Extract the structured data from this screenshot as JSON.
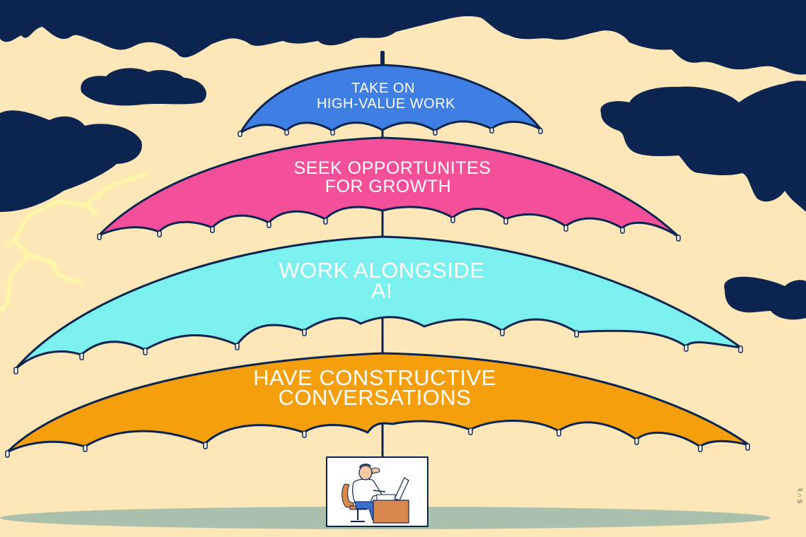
{
  "illustration": {
    "title": "Umbrella stack of career strategies",
    "colors": {
      "sky": "#fde6b7",
      "cloud": "#0c2550",
      "outline": "#0c2550",
      "lightning": "#fff7a8",
      "shadow": "#a9c0ad",
      "text": "#ffffff"
    },
    "umbrellas": [
      {
        "id": "top",
        "color": "#3f7fe3",
        "line1": "TAKE ON",
        "line2": "HIGH-VALUE WORK"
      },
      {
        "id": "second",
        "color": "#f4509a",
        "line1": "SEEK OPPORTUNITES",
        "line2": "FOR GROWTH"
      },
      {
        "id": "third",
        "color": "#7cf0ee",
        "line1": "WORK ALONGSIDE",
        "line2": "AI"
      },
      {
        "id": "bottom",
        "color": "#f59f0c",
        "line1": "HAVE CONSTRUCTIVE",
        "line2": "CONVERSATIONS"
      }
    ],
    "figure": {
      "description": "man typing at computer desk",
      "shirt": "#ffffff",
      "pants": "#3a6fd0",
      "chair": "#d98a4a",
      "desk": "#d9874f"
    },
    "credit": "ꟻ ∩ S"
  }
}
